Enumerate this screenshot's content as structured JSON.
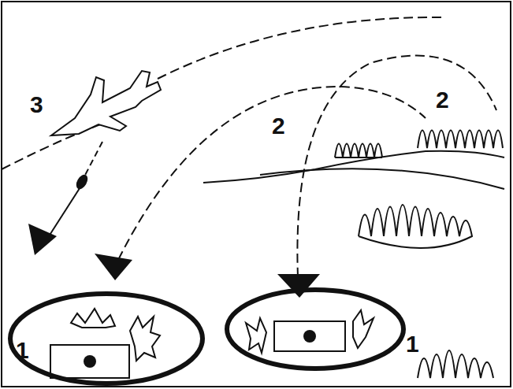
{
  "diagram": {
    "labels": [
      "3",
      "2",
      "2",
      "1",
      "1"
    ]
  }
}
